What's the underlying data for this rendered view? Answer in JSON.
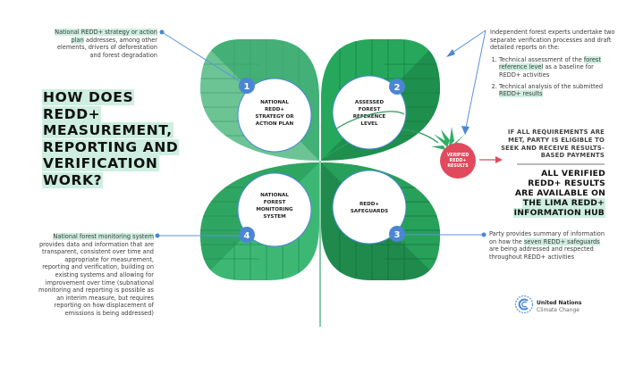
{
  "title": {
    "lines": [
      "HOW DOES",
      "REDD+",
      "MEASUREMENT,",
      "REPORTING AND",
      "VERIFICATION",
      "WORK?"
    ]
  },
  "leaves": [
    {
      "number": "1",
      "label_lines": [
        "NATIONAL",
        "REDD+",
        "STRATEGY OR",
        "ACTION PLAN"
      ]
    },
    {
      "number": "2",
      "label_lines": [
        "ASSESSED",
        "FOREST",
        "REFERENCE",
        "LEVEL"
      ]
    },
    {
      "number": "3",
      "label_lines": [
        "REDD+",
        "SAFEGUARDS"
      ]
    },
    {
      "number": "4",
      "label_lines": [
        "NATIONAL",
        "FOREST",
        "MONITORING",
        "SYSTEM"
      ]
    }
  ],
  "notes": {
    "note1": {
      "highlight": "National REDD+ strategy or action plan",
      "rest": " addresses, among other elements, drivers of deforestation and forest degradation"
    },
    "note2": {
      "intro": "Independent forest experts undertake two separate verification processes and draft detailed reports on the:",
      "items": [
        {
          "before": "Technical assessment of the ",
          "highlight": "forest reference level",
          "after": " as a baseline for REDD+ activities"
        },
        {
          "before": "Technical analysis of the submitted ",
          "highlight": "REDD+ results",
          "after": ""
        }
      ]
    },
    "note3": {
      "before": "Party provides summary of information on how the ",
      "highlight": "seven REDD+ safeguards",
      "after": " are being addressed and respected throughout REDD+ activities"
    },
    "note4": {
      "highlight": "National forest monitoring system",
      "rest": " provides data and information that are transparent, consistent over time and appropriate for measurement, reporting and verification, building on existing systems and allowing for improvement over time (subnational monitoring and reporting is possible as an interim measure, but requires reporting on how displacement of emissions is being addressed)"
    }
  },
  "verified": {
    "label_lines": [
      "VERIFIED",
      "REDD+",
      "RESULTS"
    ]
  },
  "condition": "IF ALL REQUIREMENTS ARE MET, PARTY IS ELIGIBLE TO SEEK AND RECEIVE RESULTS-BASED PAYMENTS",
  "hub": {
    "lines": [
      "ALL VERIFIED",
      "REDD+ RESULTS",
      "ARE AVAILABLE ON"
    ],
    "highlight_lines": [
      "THE LIMA REDD+",
      "INFORMATION HUB"
    ]
  },
  "logo": {
    "name": "United Nations",
    "subname": "Climate Change",
    "icon": "unfccc-logo-icon"
  },
  "colors": {
    "leaf_light": "#5fbf8a",
    "leaf_mid": "#2fae66",
    "leaf_dark": "#1d8a4e",
    "badge_blue": "#4a86d4",
    "line_blue": "#5b93dc",
    "berry_red": "#e04a5c",
    "highlight": "#cdeee0"
  }
}
